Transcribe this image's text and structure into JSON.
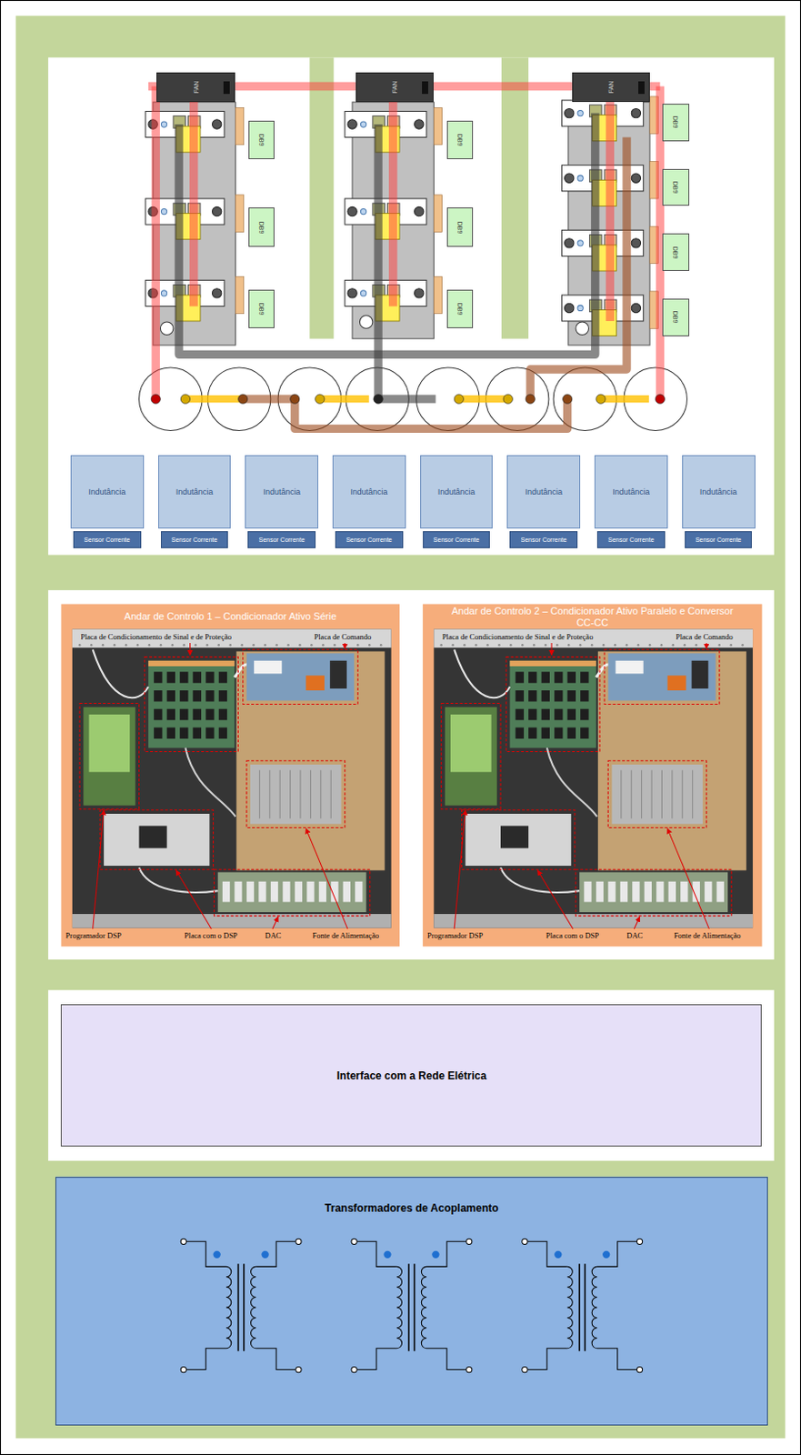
{
  "diagram": {
    "nodes": [
      {
        "text": [
          "FAN"
        ]
      },
      {
        "text": [
          "DB9"
        ]
      },
      {
        "text": [
          "DB9"
        ]
      },
      {
        "text": [
          "DB9"
        ]
      },
      {
        "text": [
          "FAN"
        ]
      },
      {
        "text": [
          "DB9"
        ]
      },
      {
        "text": [
          "DB9"
        ]
      },
      {
        "text": [
          "DB9"
        ]
      },
      {
        "text": [
          "FAN"
        ]
      },
      {
        "text": [
          "DB9"
        ]
      },
      {
        "text": [
          "DB9"
        ]
      },
      {
        "text": [
          "DB9"
        ]
      },
      {
        "text": [
          "DB9"
        ]
      },
      {
        "text": [
          "Indutância"
        ]
      },
      {
        "text": [
          "Sensor Corrente"
        ]
      },
      {
        "text": [
          "Indutância"
        ]
      },
      {
        "text": [
          "Sensor Corrente"
        ]
      },
      {
        "text": [
          "Indutância"
        ]
      },
      {
        "text": [
          "Sensor Corrente"
        ]
      },
      {
        "text": [
          "Indutância"
        ]
      },
      {
        "text": [
          "Sensor Corrente"
        ]
      },
      {
        "text": [
          "Indutância"
        ]
      },
      {
        "text": [
          "Sensor Corrente"
        ]
      },
      {
        "text": [
          "Indutância"
        ]
      },
      {
        "text": [
          "Sensor Corrente"
        ]
      },
      {
        "text": [
          "Indutância"
        ]
      },
      {
        "text": [
          "Sensor Corrente"
        ]
      },
      {
        "text": [
          "Indutância"
        ]
      },
      {
        "text": [
          "Sensor Corrente"
        ]
      },
      {
        "text": [
          "Andar de Controlo 1 – Condicionador Ativo Série"
        ]
      },
      {
        "text": [
          "Andar de Controlo 2 – Condicionador Ativo Paralelo e Conversor CC-CC"
        ]
      },
      {
        "text": [
          "Interface com a Rede Elétrica"
        ]
      },
      {
        "text": [
          "Transformadores de Acoplamento"
        ]
      }
    ],
    "labels": [
      "Placa de Condicionamento de Sinal e de Proteção",
      "Placa de Comando",
      "Programador DSP",
      "Placa com o DSP",
      "DAC",
      "Fonte de Alimentação",
      "Placa de Condicionamento de Sinal e de Proteção",
      "Placa de Comando",
      "Programador DSP",
      "Placa com o DSP",
      "DAC",
      "Fonte de Alimentação"
    ]
  }
}
